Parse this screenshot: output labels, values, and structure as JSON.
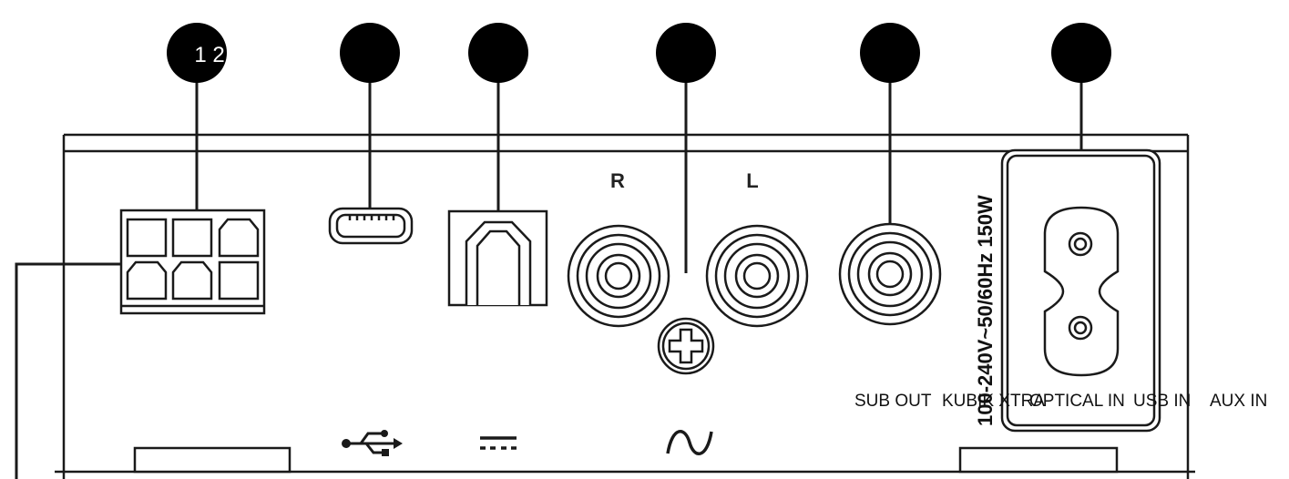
{
  "callouts": [
    {
      "id": "c1",
      "label": "1 2"
    },
    {
      "id": "c2",
      "label": ""
    },
    {
      "id": "c3",
      "label": ""
    },
    {
      "id": "c4",
      "label": ""
    },
    {
      "id": "c5",
      "label": ""
    },
    {
      "id": "c6",
      "label": ""
    }
  ],
  "port_labels": {
    "right": "R",
    "left": "L"
  },
  "power_rating": "100-240V~50/60Hz 150W",
  "legend": [
    "SUB OUT",
    "KUBIK XTRA",
    "OPTICAL IN",
    "USB IN",
    "AUX IN"
  ],
  "icons": {
    "usb": "usb-icon",
    "dc": "dc-power-icon",
    "ac": "ac-wave-icon",
    "ground": "ground-screw-icon"
  },
  "colors": {
    "line": "#1a1a1a",
    "callout_fill": "#000000",
    "panel_fill": "#ffffff"
  }
}
